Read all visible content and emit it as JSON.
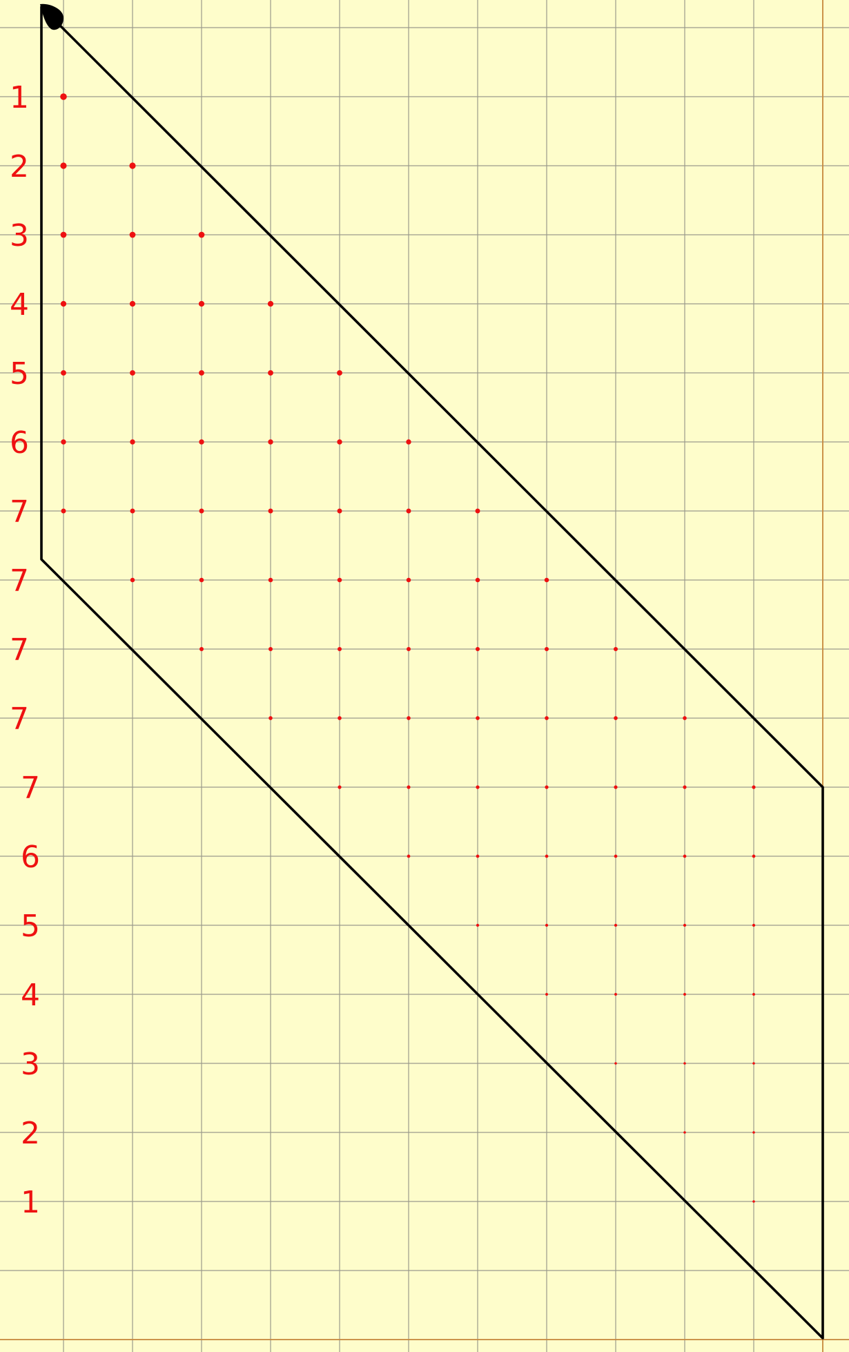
{
  "colors": {
    "paper": "#fefdcb",
    "grid": "#9a9a8c",
    "margin": "#c8893c",
    "outline": "#000000",
    "marks": "#ee1111"
  },
  "row_labels": [
    "1",
    "2",
    "3",
    "4",
    "5",
    "6",
    "7",
    "7",
    "7",
    "7",
    "7",
    "6",
    "5",
    "4",
    "3",
    "2",
    "1"
  ],
  "rows": [
    {
      "start": 0,
      "count": 1
    },
    {
      "start": 0,
      "count": 2
    },
    {
      "start": 0,
      "count": 3
    },
    {
      "start": 0,
      "count": 4
    },
    {
      "start": 0,
      "count": 5
    },
    {
      "start": 0,
      "count": 6
    },
    {
      "start": 0,
      "count": 7
    },
    {
      "start": 1,
      "count": 7
    },
    {
      "start": 2,
      "count": 7
    },
    {
      "start": 3,
      "count": 7
    },
    {
      "start": 4,
      "count": 7
    },
    {
      "start": 5,
      "count": 6
    },
    {
      "start": 6,
      "count": 5
    },
    {
      "start": 7,
      "count": 4
    },
    {
      "start": 8,
      "count": 3
    },
    {
      "start": 9,
      "count": 2
    },
    {
      "start": 10,
      "count": 1
    }
  ]
}
